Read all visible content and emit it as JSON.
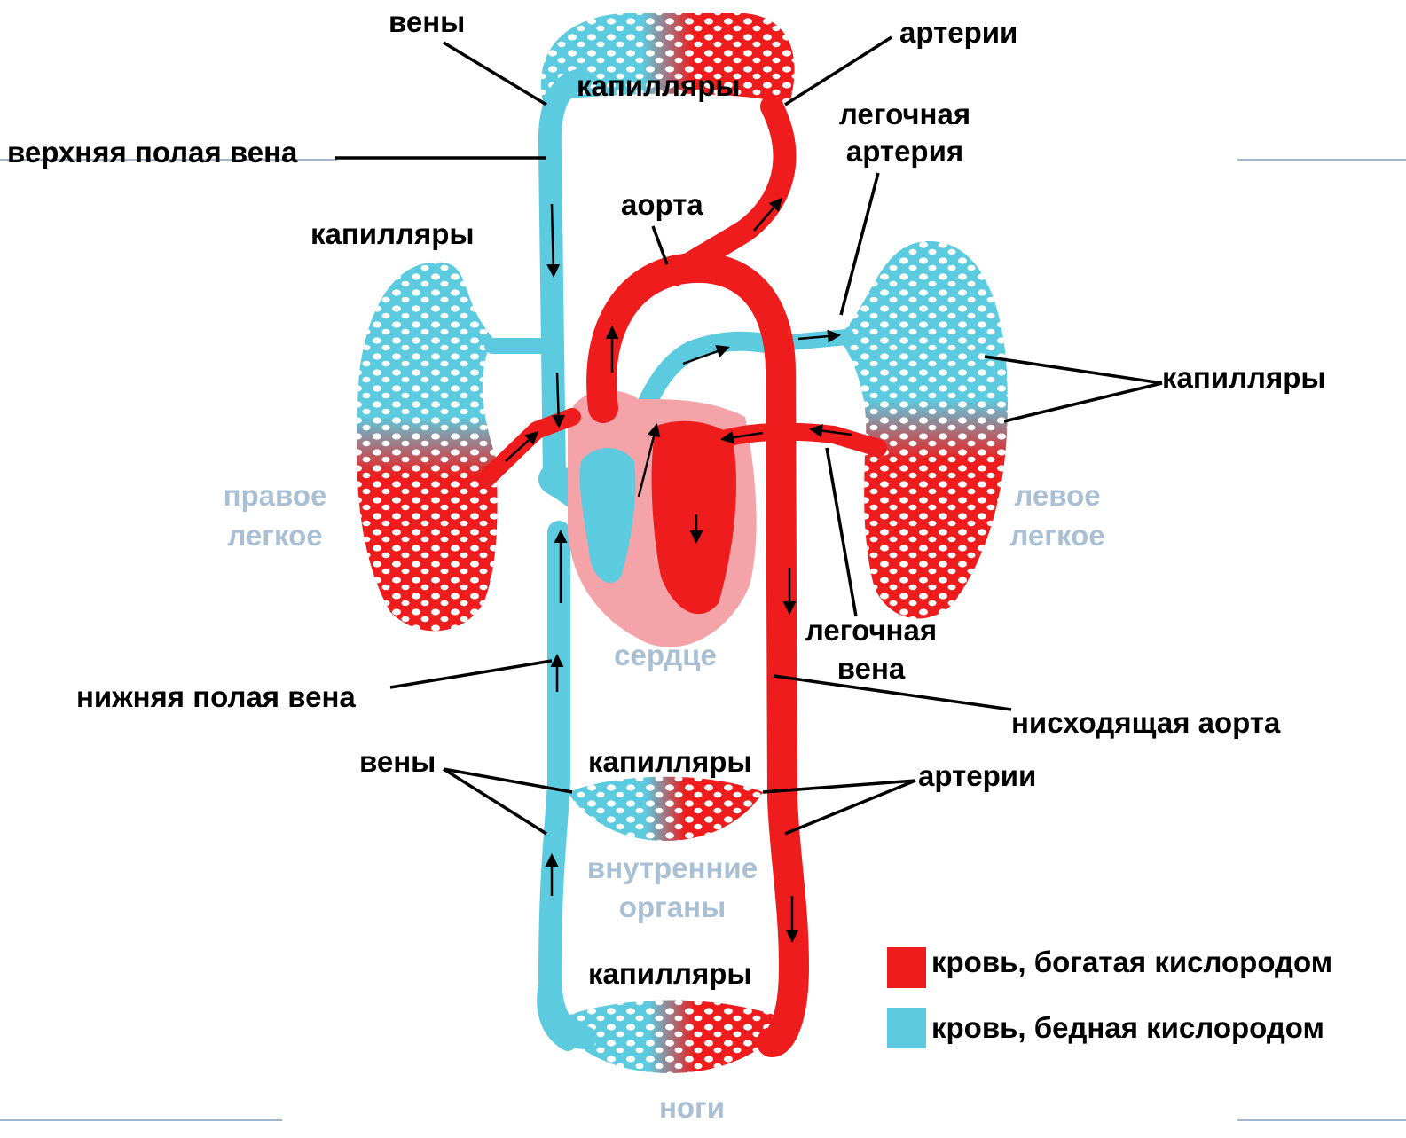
{
  "labels": {
    "veins_top": "вены",
    "arteries_top": "артерии",
    "capillaries_top": "капилляры",
    "superior_vena_cava": "верхняя полая вена",
    "pulmonary_artery_line1": "легочная",
    "pulmonary_artery_line2": "артерия",
    "aorta": "аорта",
    "capillaries_right_lung": "капилляры",
    "capillaries_left_lung": "капилляры",
    "right_lung_line1": "правое",
    "right_lung_line2": "легкое",
    "left_lung_line1": "левое",
    "left_lung_line2": "легкое",
    "pulmonary_vein_line1": "легочная",
    "pulmonary_vein_line2": "вена",
    "heart": "сердце",
    "inferior_vena_cava": "нижняя полая вена",
    "descending_aorta": "нисходящая аорта",
    "veins_bottom": "вены",
    "capillaries_organs": "капилляры",
    "arteries_bottom": "артерии",
    "internal_organs_line1": "внутренние",
    "internal_organs_line2": "органы",
    "capillaries_legs": "капилляры",
    "legs": "ноги"
  },
  "legend": {
    "oxygen_rich": "кровь, богатая кислородом",
    "oxygen_poor": "кровь, бедная кислородом"
  },
  "colors": {
    "oxygen_rich": "#ee1c1c",
    "oxygen_poor": "#5ccbe0",
    "heart_wall": "#f4a3a8",
    "pale_label": "#a9c0d4"
  }
}
